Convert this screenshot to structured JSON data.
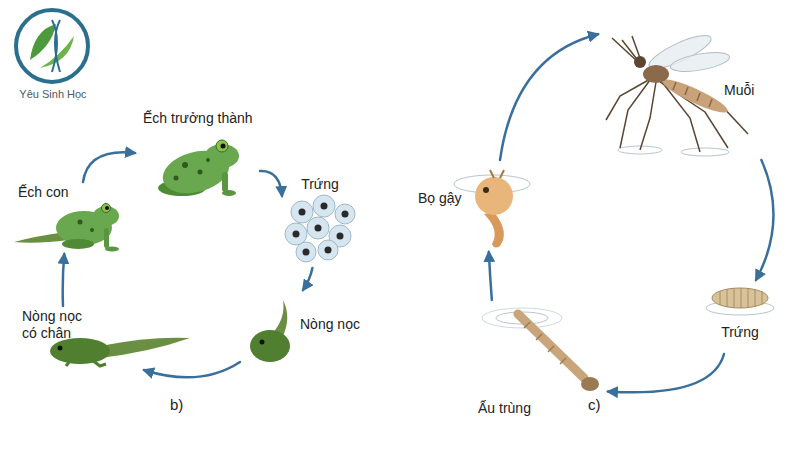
{
  "diagram": {
    "nodes": [
      {
        "text": [
          "Ếch trưởng thành"
        ]
      },
      {
        "text": [
          "Trứng"
        ]
      },
      {
        "text": [
          "Nòng nọc"
        ]
      },
      {
        "text": [
          "Nòng nọc có chân"
        ]
      },
      {
        "text": [
          "Ếch con"
        ]
      },
      {
        "text": [
          "Muỗi"
        ]
      },
      {
        "text": [
          "Trứng"
        ]
      },
      {
        "text": [
          "Ấu trùng"
        ]
      },
      {
        "text": [
          "Bọ gậy"
        ]
      }
    ],
    "edges": [
      {
        "from": 0,
        "to": 1,
        "arrow": "to"
      },
      {
        "from": 1,
        "to": 2,
        "arrow": "to"
      },
      {
        "from": 2,
        "to": 3,
        "arrow": "to"
      },
      {
        "from": 3,
        "to": 4,
        "arrow": "to"
      },
      {
        "from": 4,
        "to": 0,
        "arrow": "to"
      },
      {
        "from": 8,
        "to": 5,
        "arrow": "to"
      },
      {
        "from": 5,
        "to": 6,
        "arrow": "to"
      },
      {
        "from": 6,
        "to": 7,
        "arrow": "to"
      },
      {
        "from": 7,
        "to": 8,
        "arrow": "to"
      }
    ],
    "labels": [
      "Yêu Sinh Học",
      "b)",
      "c)"
    ]
  }
}
